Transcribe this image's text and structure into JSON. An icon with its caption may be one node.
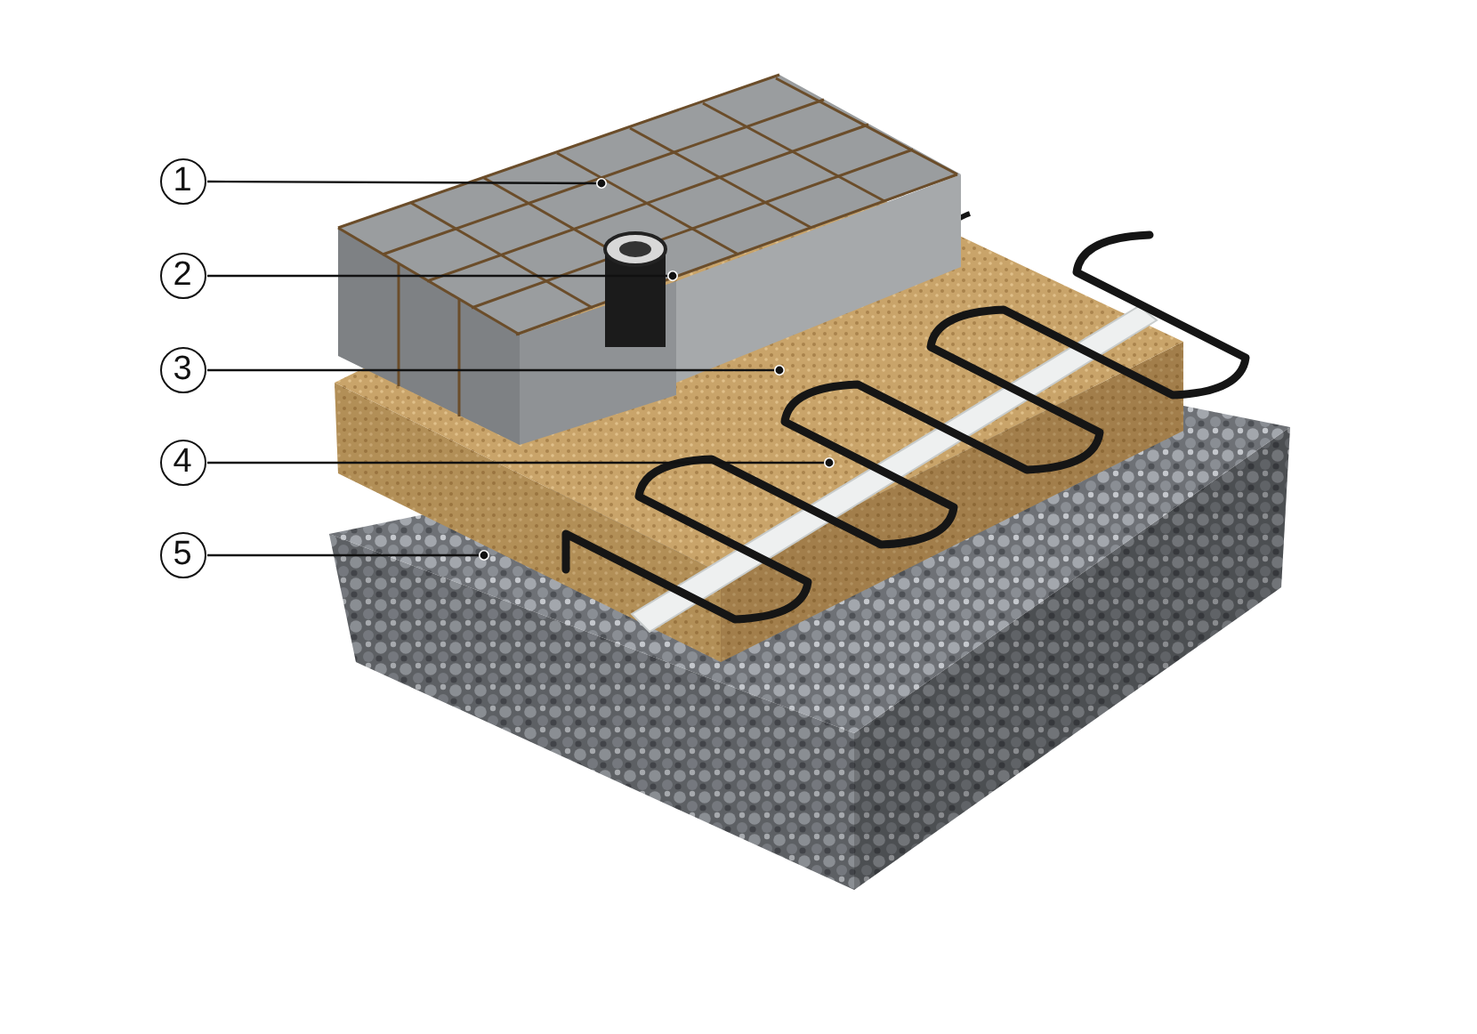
{
  "diagram": {
    "nodes": [
      {
        "text": [
          "1"
        ]
      },
      {
        "text": [
          "2"
        ]
      },
      {
        "text": [
          "3"
        ]
      },
      {
        "text": [
          "4"
        ]
      },
      {
        "text": [
          "5"
        ]
      }
    ],
    "edges": [
      {
        "from": 0,
        "to": null,
        "arrow": "other"
      },
      {
        "from": 1,
        "to": null,
        "arrow": "other"
      },
      {
        "from": 2,
        "to": null,
        "arrow": "other"
      },
      {
        "from": 3,
        "to": null,
        "arrow": "other"
      },
      {
        "from": 4,
        "to": null,
        "arrow": "other"
      }
    ]
  }
}
